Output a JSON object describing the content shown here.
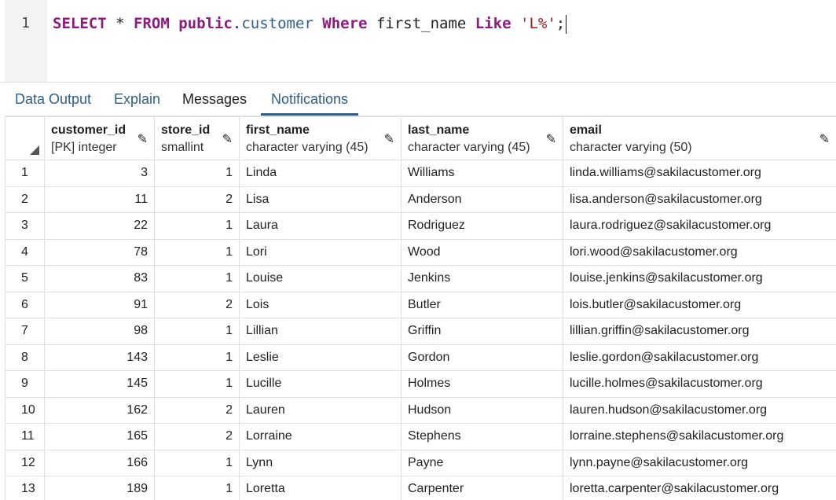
{
  "editor": {
    "line_number": "1",
    "tokens": {
      "select": "SELECT",
      "star": "*",
      "from": "FROM",
      "schema": "public",
      "dot": ".",
      "table": "customer",
      "where": "Where",
      "column": "first_name",
      "like": "Like",
      "pattern": "'L%'",
      "semicolon": ";"
    }
  },
  "tabs": [
    {
      "label": "Data Output"
    },
    {
      "label": "Explain"
    },
    {
      "label": "Messages"
    },
    {
      "label": "Notifications"
    }
  ],
  "columns": [
    {
      "name": "customer_id",
      "type": "[PK] integer"
    },
    {
      "name": "store_id",
      "type": "smallint"
    },
    {
      "name": "first_name",
      "type": "character varying (45)"
    },
    {
      "name": "last_name",
      "type": "character varying (45)"
    },
    {
      "name": "email",
      "type": "character varying (50)"
    }
  ],
  "rows": [
    {
      "n": "1",
      "customer_id": "3",
      "store_id": "1",
      "first_name": "Linda",
      "last_name": "Williams",
      "email": "linda.williams@sakilacustomer.org"
    },
    {
      "n": "2",
      "customer_id": "11",
      "store_id": "2",
      "first_name": "Lisa",
      "last_name": "Anderson",
      "email": "lisa.anderson@sakilacustomer.org"
    },
    {
      "n": "3",
      "customer_id": "22",
      "store_id": "1",
      "first_name": "Laura",
      "last_name": "Rodriguez",
      "email": "laura.rodriguez@sakilacustomer.org"
    },
    {
      "n": "4",
      "customer_id": "78",
      "store_id": "1",
      "first_name": "Lori",
      "last_name": "Wood",
      "email": "lori.wood@sakilacustomer.org"
    },
    {
      "n": "5",
      "customer_id": "83",
      "store_id": "1",
      "first_name": "Louise",
      "last_name": "Jenkins",
      "email": "louise.jenkins@sakilacustomer.org"
    },
    {
      "n": "6",
      "customer_id": "91",
      "store_id": "2",
      "first_name": "Lois",
      "last_name": "Butler",
      "email": "lois.butler@sakilacustomer.org"
    },
    {
      "n": "7",
      "customer_id": "98",
      "store_id": "1",
      "first_name": "Lillian",
      "last_name": "Griffin",
      "email": "lillian.griffin@sakilacustomer.org"
    },
    {
      "n": "8",
      "customer_id": "143",
      "store_id": "1",
      "first_name": "Leslie",
      "last_name": "Gordon",
      "email": "leslie.gordon@sakilacustomer.org"
    },
    {
      "n": "9",
      "customer_id": "145",
      "store_id": "1",
      "first_name": "Lucille",
      "last_name": "Holmes",
      "email": "lucille.holmes@sakilacustomer.org"
    },
    {
      "n": "10",
      "customer_id": "162",
      "store_id": "2",
      "first_name": "Lauren",
      "last_name": "Hudson",
      "email": "lauren.hudson@sakilacustomer.org"
    },
    {
      "n": "11",
      "customer_id": "165",
      "store_id": "2",
      "first_name": "Lorraine",
      "last_name": "Stephens",
      "email": "lorraine.stephens@sakilacustomer.org"
    },
    {
      "n": "12",
      "customer_id": "166",
      "store_id": "1",
      "first_name": "Lynn",
      "last_name": "Payne",
      "email": "lynn.payne@sakilacustomer.org"
    },
    {
      "n": "13",
      "customer_id": "189",
      "store_id": "1",
      "first_name": "Loretta",
      "last_name": "Carpenter",
      "email": "loretta.carpenter@sakilacustomer.org"
    }
  ]
}
